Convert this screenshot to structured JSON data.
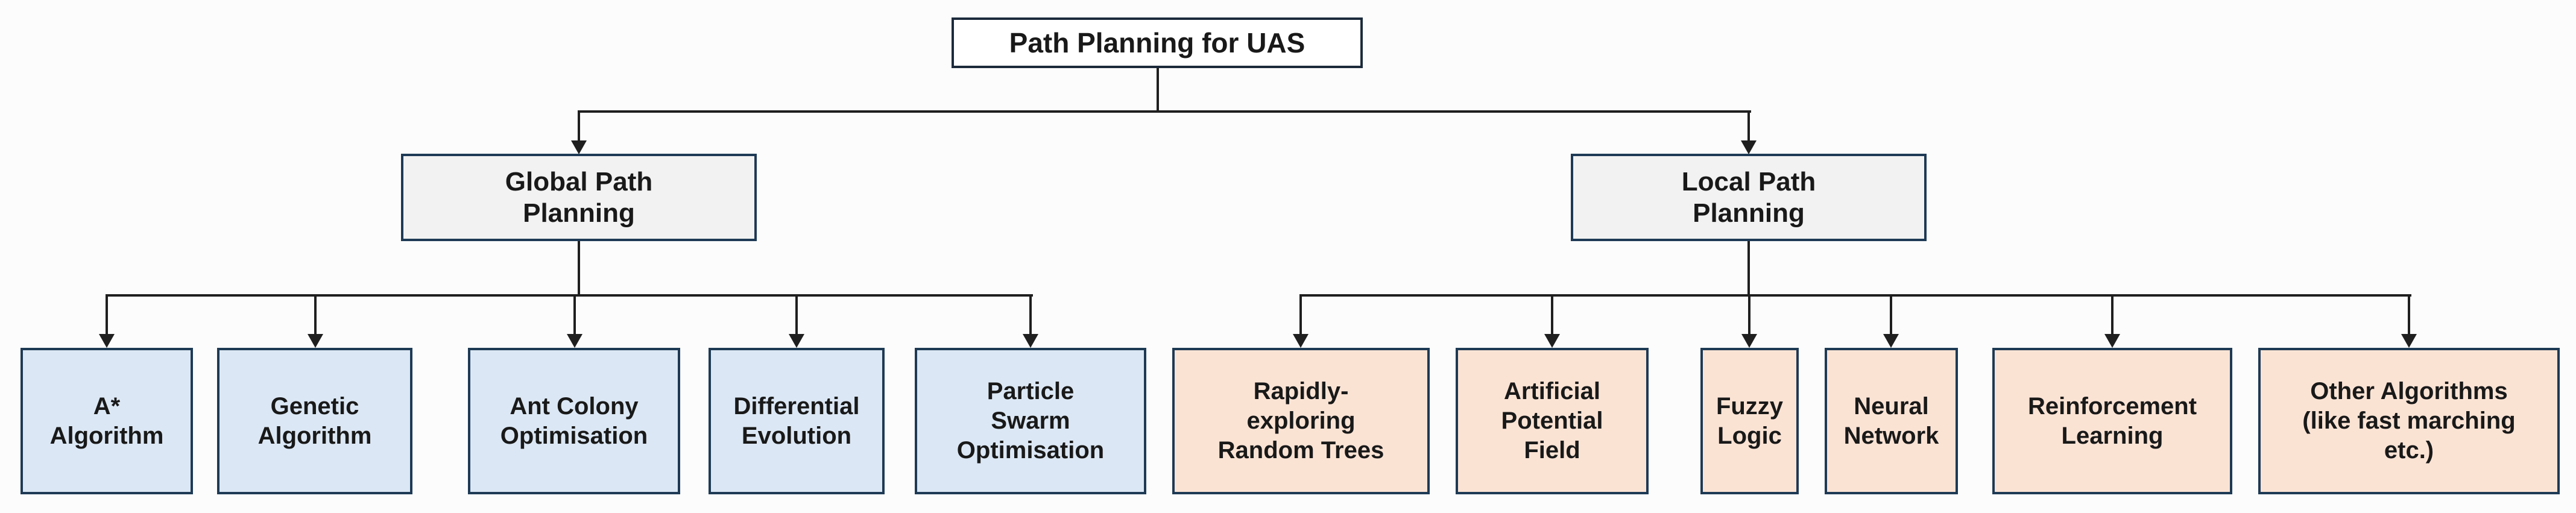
{
  "diagram_title": "Path Planning for UAS",
  "colors": {
    "leaf_blue_fill": "#dbe7f4",
    "leaf_peach_fill": "#fbe3d4",
    "branch_gray_fill": "#f2f2f2",
    "root_fill": "#ffffff",
    "box_border": "#1e3a55",
    "root_border": "#1c2a3b",
    "connector_line": "#1f1f1f",
    "text": "#191919",
    "background": "#fcfcfc"
  },
  "tree": {
    "root": {
      "label": "Path Planning for UAS"
    },
    "branches": [
      {
        "label": "Global Path\nPlanning",
        "children": [
          {
            "label": "A*\nAlgorithm"
          },
          {
            "label": "Genetic\nAlgorithm"
          },
          {
            "label": "Ant Colony\nOptimisation"
          },
          {
            "label": "Differential\nEvolution"
          },
          {
            "label": "Particle\nSwarm\nOptimisation"
          }
        ]
      },
      {
        "label": "Local Path\nPlanning",
        "children": [
          {
            "label": "Rapidly-\nexploring\nRandom Trees"
          },
          {
            "label": "Artificial\nPotential\nField"
          },
          {
            "label": "Fuzzy\nLogic"
          },
          {
            "label": "Neural\nNetwork"
          },
          {
            "label": "Reinforcement\nLearning"
          },
          {
            "label": "Other Algorithms\n(like fast marching\netc.)"
          }
        ]
      }
    ]
  }
}
